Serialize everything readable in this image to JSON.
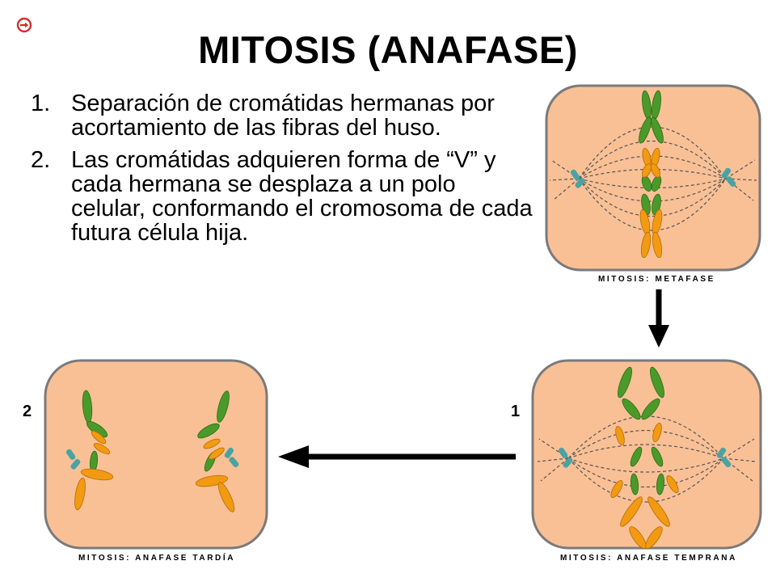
{
  "slide": {
    "title": "MITOSIS (ANAFASE)",
    "back_icon": "back-arrow-icon",
    "steps": [
      {
        "number": "1.",
        "text": "Separación de cromátidas hermanas por acortamiento de las fibras del huso."
      },
      {
        "number": "2.",
        "text": "Las cromátidas adquieren forma de “V” y cada hermana se desplaza a un polo celular, conformando el cromosoma de cada futura célula hija."
      }
    ]
  },
  "figures": {
    "metaphase": {
      "caption": "MITOSIS: METAFASE"
    },
    "early_anaphase": {
      "caption": "MITOSIS: ANAFASE TEMPRANA",
      "number": "1"
    },
    "late_anaphase": {
      "caption": "MITOSIS: ANAFASE TARDÍA",
      "number": "2"
    }
  },
  "colors": {
    "cell_fill": "#f9c096",
    "cell_border": "#7a7a7a",
    "chromosome_green": "#4a9a2a",
    "chromosome_orange": "#f29a12",
    "centriole": "#4aa3a3",
    "back_icon": "#d2302c"
  }
}
